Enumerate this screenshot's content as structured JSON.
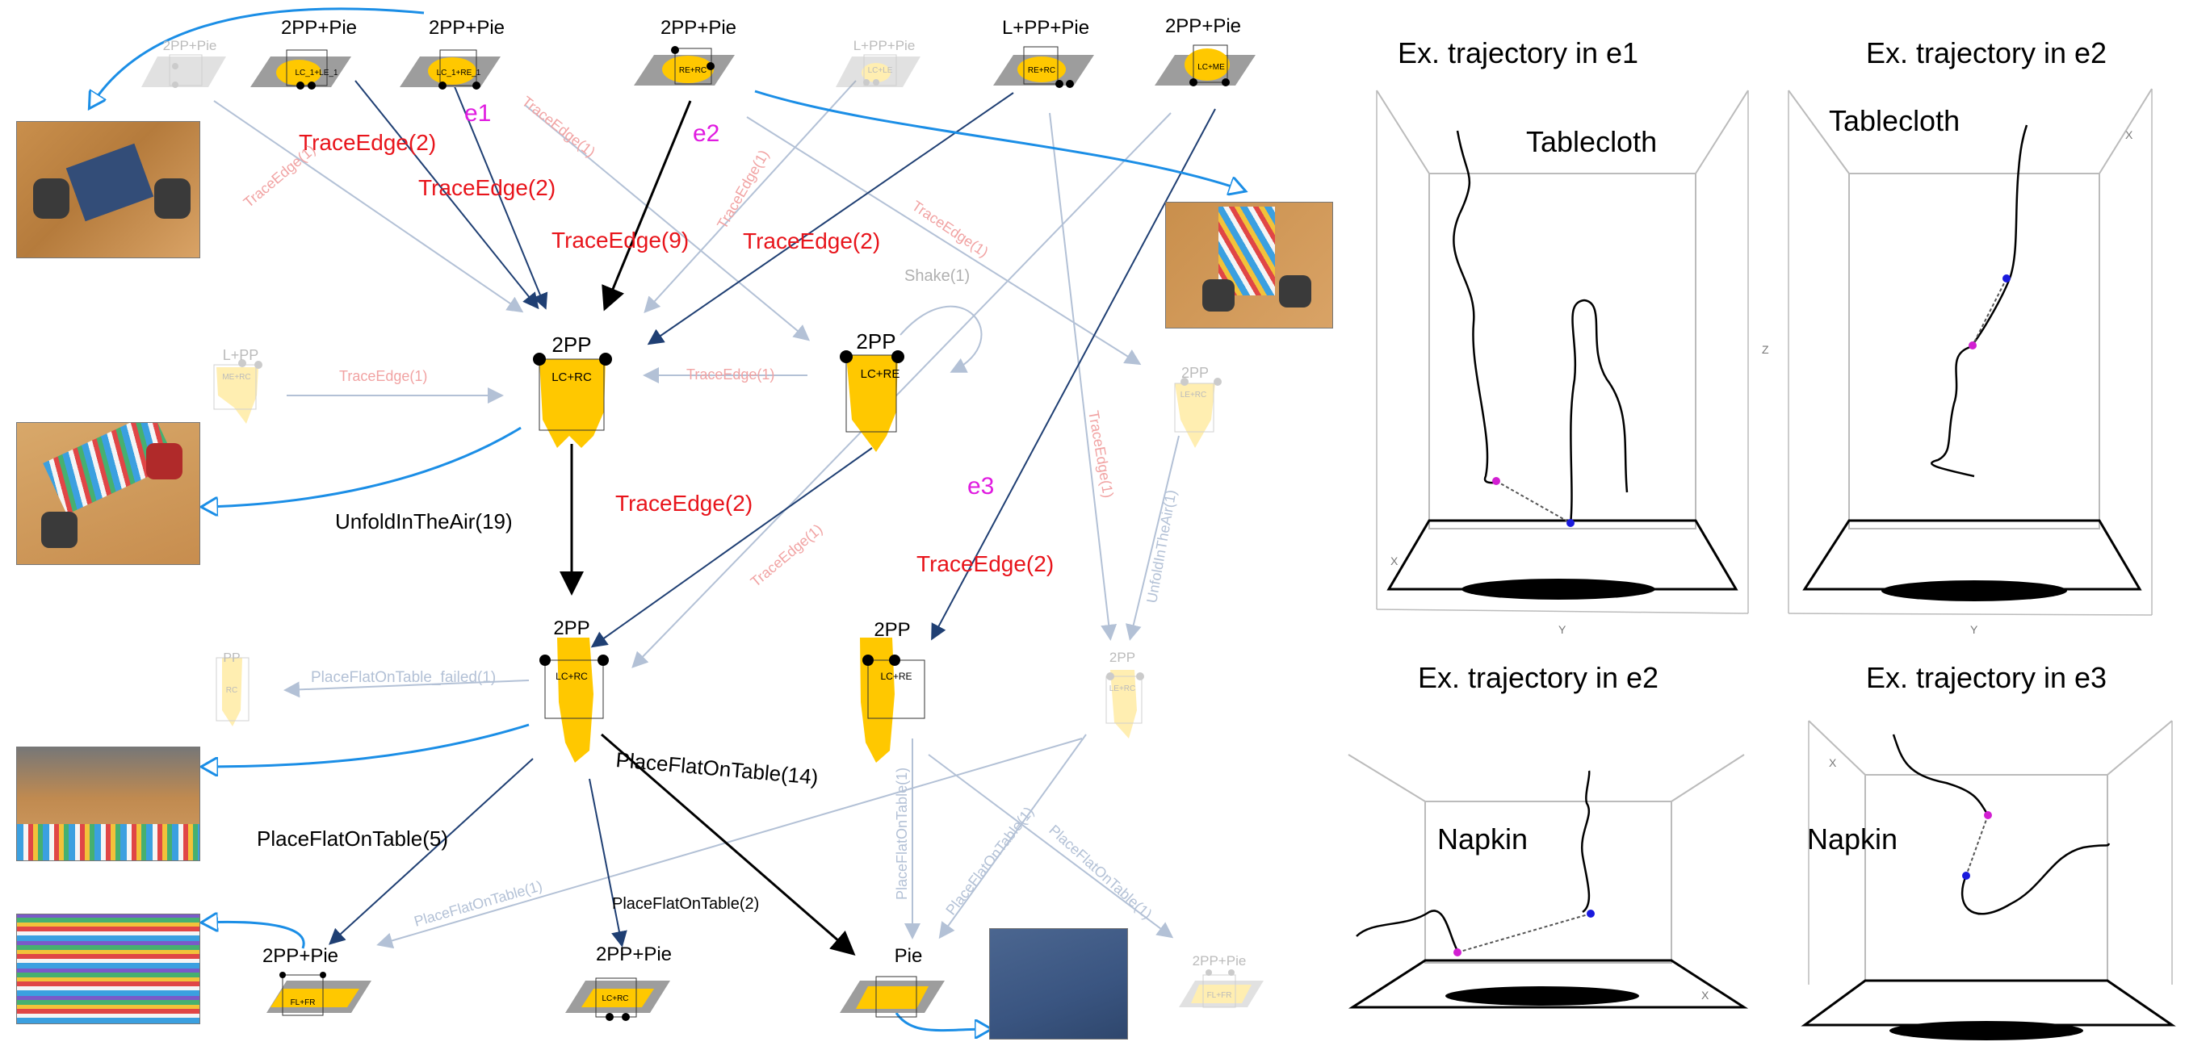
{
  "graph": {
    "states": {
      "top_2pp_pie_faded": "2PP+Pie",
      "top_2pp_pie_a": "2PP+Pie",
      "top_2pp_pie_b": "2PP+Pie",
      "top_2pp_pie_c": "2PP+Pie",
      "top_lpp_pie_faded": "L+PP+Pie",
      "top_lpp_pie": "L+PP+Pie",
      "top_2pp_pie_d": "2PP+Pie",
      "mid_lpp_faded": "L+PP",
      "mid_2pp_a": "2PP",
      "mid_2pp_b": "2PP",
      "mid_2pp_faded": "2PP",
      "low_pp_faded": "PP",
      "low_2pp_a": "2PP",
      "low_2pp_b": "2PP",
      "low_2pp_faded": "2PP",
      "bot_2pp_pie_a": "2PP+Pie",
      "bot_2pp_pie_b": "2PP+Pie",
      "bot_pie": "Pie",
      "bot_2pp_pie_faded": "2PP+Pie"
    },
    "grasp_labels": {
      "lc1_le1": "LC_1+LE_1",
      "lc1_re1": "LC_1+RE_1",
      "re_rc_top": "RE+RC",
      "lc_le": "LC+LE",
      "re_rc_top2": "RE+RC",
      "lc_me": "LC+ME",
      "faded_top": "LE+RC",
      "me_rc": "ME+RC",
      "lc_rc_mid": "LC+RC",
      "lc_re_mid": "LC+RE",
      "le_rc_mid": "LE+RC",
      "rc_low": "RC",
      "lc_rc_low": "LC+RC",
      "lc_re_low": "LC+RE",
      "le_rc_low": "LE+RC",
      "fl_fr": "FL+FR",
      "lc_rc_bot": "LC+RC",
      "fl_fr_faded": "FL+FR"
    },
    "edges": {
      "e1_a": "TraceEdge(2)",
      "e1_b": "TraceEdge(2)",
      "faded_a": "TraceEdge(1)",
      "faded_b": "TraceEdge(1)",
      "e2": "TraceEdge(9)",
      "faded_c": "TraceEdge(1)",
      "red_c": "TraceEdge(2)",
      "faded_d": "TraceEdge(1)",
      "shake": "Shake(1)",
      "faded_mid1": "TraceEdge(1)",
      "faded_mid2": "TraceEdge(1)",
      "unfold": "UnfoldInTheAir(19)",
      "red_mid": "TraceEdge(2)",
      "faded_mid3": "TraceEdge(1)",
      "red_e3": "TraceEdge(2)",
      "faded_v1": "TraceEdge(1)",
      "faded_v2": "UnfoldInTheAir(1)",
      "failed": "PlaceFlatOnTable_failed(1)",
      "place14": "PlaceFlatOnTable(14)",
      "place5": "PlaceFlatOnTable(5)",
      "place2": "PlaceFlatOnTable(2)",
      "faded_p1": "PlaceFlatOnTable(1)",
      "faded_p2": "PlaceFlatOnTable(1)",
      "faded_p3": "PlaceFlatOnTable(1)",
      "faded_p4": "PlaceFlatOnTable(1)"
    },
    "episode_tags": {
      "e1": "e1",
      "e2": "e2",
      "e3": "e3"
    }
  },
  "trajectories": [
    {
      "title": "Ex. trajectory in e1",
      "object": "Tablecloth",
      "axes": [
        "X",
        "Y",
        "Z"
      ]
    },
    {
      "title": "Ex. trajectory in e2",
      "object": "Tablecloth",
      "axes": [
        "X",
        "Y"
      ]
    },
    {
      "title": "Ex. trajectory in e2",
      "object": "Napkin",
      "axes": [
        "X"
      ]
    },
    {
      "title": "Ex. trajectory in e3",
      "object": "Napkin",
      "axes": [
        "X"
      ]
    }
  ],
  "colors": {
    "cloth": "#ffc800",
    "red_label": "#e8141b",
    "faded_red": "#f1a3a3",
    "dark_blue": "#1f3f73",
    "faded_blue": "#b3c1d6",
    "cyan_arrow": "#1b8ee6",
    "magenta": "#e01be0",
    "table_gray": "#9d9d9d",
    "marker_blue": "#1a1add",
    "marker_magenta": "#d21fd2"
  }
}
